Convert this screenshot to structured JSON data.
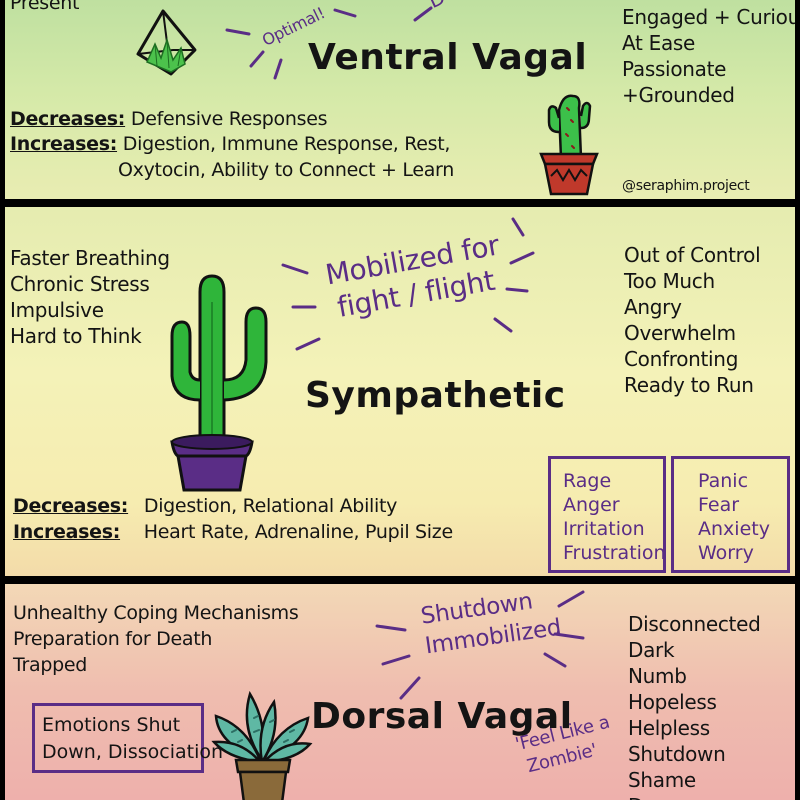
{
  "ventral": {
    "top_left": "Present",
    "title": "Ventral Vagal",
    "callout_left": "Optimal!",
    "callout_right_fragment": "D",
    "feelings": [
      "Engaged + Curious",
      "At Ease",
      "Passionate",
      "+Grounded"
    ],
    "decreases_label": "Decreases:",
    "decreases_text": "Defensive Responses",
    "increases_label": "Increases:",
    "increases_line1": "Digestion, Immune Response, Rest,",
    "increases_line2": "Oxytocin, Ability to Connect + Learn",
    "handle": "@seraphim.project"
  },
  "sympathetic": {
    "symptoms": [
      "Faster Breathing",
      "Chronic Stress",
      "Impulsive",
      "Hard to Think"
    ],
    "callout_line1": "Mobilized for",
    "callout_line2": "fight / flight",
    "title": "Sympathetic",
    "feelings": [
      "Out of Control",
      "Too Much",
      "Angry",
      "Overwhelm",
      "Confronting",
      "Ready to Run"
    ],
    "decreases_label": "Decreases:",
    "decreases_text": "Digestion, Relational Ability",
    "increases_label": "Increases:",
    "increases_text": "Heart Rate, Adrenaline, Pupil Size",
    "fight_words": [
      "Rage",
      "Anger",
      "Irritation",
      "Frustration"
    ],
    "flight_words": [
      "Panic",
      "Fear",
      "Anxiety",
      "Worry"
    ]
  },
  "dorsal": {
    "symptoms": [
      "Unhealthy Coping Mechanisms",
      "Preparation for Death",
      "Trapped"
    ],
    "callout_line1": "Shutdown",
    "callout_line2": "Immobilized",
    "title": "Dorsal Vagal",
    "box_line1": "Emotions Shut",
    "box_line2": "Down, Dissociation",
    "quote_line1": "'Feel Like a",
    "quote_line2": "Zombie'",
    "feelings": [
      "Disconnected",
      "Dark",
      "Numb",
      "Hopeless",
      "Helpless",
      "Shutdown",
      "Shame",
      "De"
    ]
  },
  "colors": {
    "accent_purple": "#5a2d86",
    "cactus_green": "#2fb53a",
    "ventral_bg": "#c8e4a4",
    "sympathetic_bg": "#f4f2b8",
    "dorsal_bg": "#efbdaf"
  }
}
